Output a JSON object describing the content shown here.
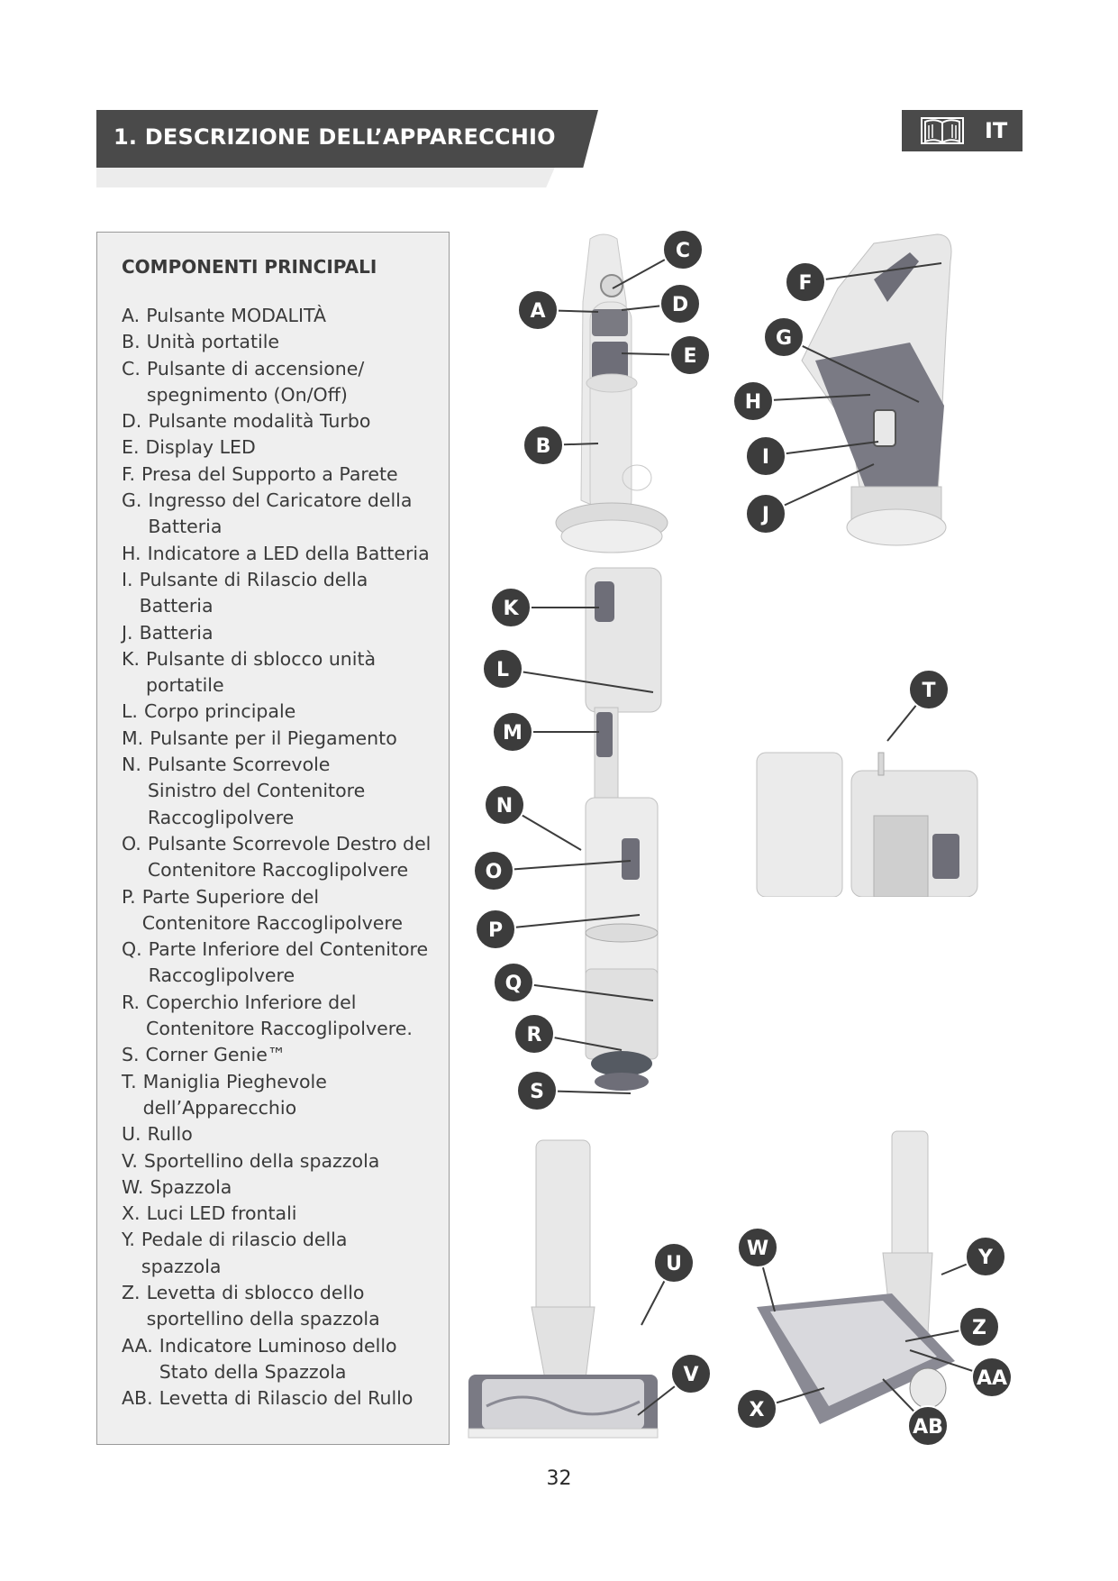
{
  "header": {
    "title": "1. DESCRIZIONE DELL’APPARECCHIO",
    "language": "IT",
    "manual_icon": "open-book-icon"
  },
  "components": {
    "title": "COMPONENTI PRINCIPALI",
    "items": [
      {
        "key": "A.",
        "lines": [
          "Pulsante MODALITÀ"
        ]
      },
      {
        "key": "B.",
        "lines": [
          "Unità portatile"
        ]
      },
      {
        "key": "C.",
        "lines": [
          "Pulsante di accensione/",
          "spegnimento (On/Off)"
        ]
      },
      {
        "key": "D.",
        "lines": [
          "Pulsante modalità Turbo"
        ]
      },
      {
        "key": "E.",
        "lines": [
          "Display LED"
        ]
      },
      {
        "key": "F.",
        "lines": [
          "Presa del Supporto a Parete"
        ]
      },
      {
        "key": "G.",
        "lines": [
          "Ingresso del Caricatore della",
          "Batteria"
        ]
      },
      {
        "key": "H.",
        "lines": [
          "Indicatore a LED della Batteria"
        ]
      },
      {
        "key": "I.",
        "lines": [
          "Pulsante di Rilascio della",
          "Batteria"
        ]
      },
      {
        "key": "J.",
        "lines": [
          "Batteria"
        ]
      },
      {
        "key": "K.",
        "lines": [
          "Pulsante di sblocco unità",
          "portatile"
        ]
      },
      {
        "key": "L.",
        "lines": [
          "Corpo principale"
        ]
      },
      {
        "key": "M.",
        "lines": [
          "Pulsante per il Piegamento"
        ]
      },
      {
        "key": "N.",
        "lines": [
          "Pulsante Scorrevole",
          "Sinistro del Contenitore",
          "Raccoglipolvere"
        ]
      },
      {
        "key": "O.",
        "lines": [
          "Pulsante Scorrevole Destro del",
          "Contenitore Raccoglipolvere"
        ]
      },
      {
        "key": "P.",
        "lines": [
          "Parte Superiore del",
          "Contenitore Raccoglipolvere"
        ]
      },
      {
        "key": "Q.",
        "lines": [
          "Parte Inferiore del Contenitore",
          "Raccoglipolvere"
        ]
      },
      {
        "key": "R.",
        "lines": [
          "Coperchio Inferiore del",
          "Contenitore Raccoglipolvere."
        ]
      },
      {
        "key": "S.",
        "lines": [
          "Corner Genie™"
        ]
      },
      {
        "key": "T.",
        "lines": [
          "Maniglia Pieghevole",
          "dell’Apparecchio"
        ]
      },
      {
        "key": "U.",
        "lines": [
          "Rullo"
        ]
      },
      {
        "key": "V.",
        "lines": [
          "Sportellino della spazzola"
        ]
      },
      {
        "key": "W.",
        "lines": [
          "Spazzola"
        ]
      },
      {
        "key": "X.",
        "lines": [
          "Luci LED frontali"
        ]
      },
      {
        "key": "Y.",
        "lines": [
          "Pedale di rilascio della",
          "spazzola"
        ]
      },
      {
        "key": "Z.",
        "lines": [
          "Levetta di sblocco dello",
          "sportellino della spazzola"
        ]
      },
      {
        "key": "AA.",
        "lines": [
          "Indicatore Luminoso dello",
          "Stato della Spazzola"
        ]
      },
      {
        "key": "AB.",
        "lines": [
          "Levetta di Rilascio del Rullo"
        ]
      }
    ]
  },
  "callouts": {
    "A": "A",
    "B": "B",
    "C": "C",
    "D": "D",
    "E": "E",
    "F": "F",
    "G": "G",
    "H": "H",
    "I": "I",
    "J": "J",
    "K": "K",
    "L": "L",
    "M": "M",
    "N": "N",
    "O": "O",
    "P": "P",
    "Q": "Q",
    "R": "R",
    "S": "S",
    "T": "T",
    "U": "U",
    "V": "V",
    "W": "W",
    "X": "X",
    "Y": "Y",
    "Z": "Z",
    "AA": "AA",
    "AB": "AB"
  },
  "footer": {
    "page_number": "32"
  },
  "colors": {
    "banner": "#4a4a4a",
    "panel": "#efefef",
    "callout": "#3c3c3c",
    "device_body": "#e4e4e4",
    "device_accent": "#6e6e78"
  }
}
